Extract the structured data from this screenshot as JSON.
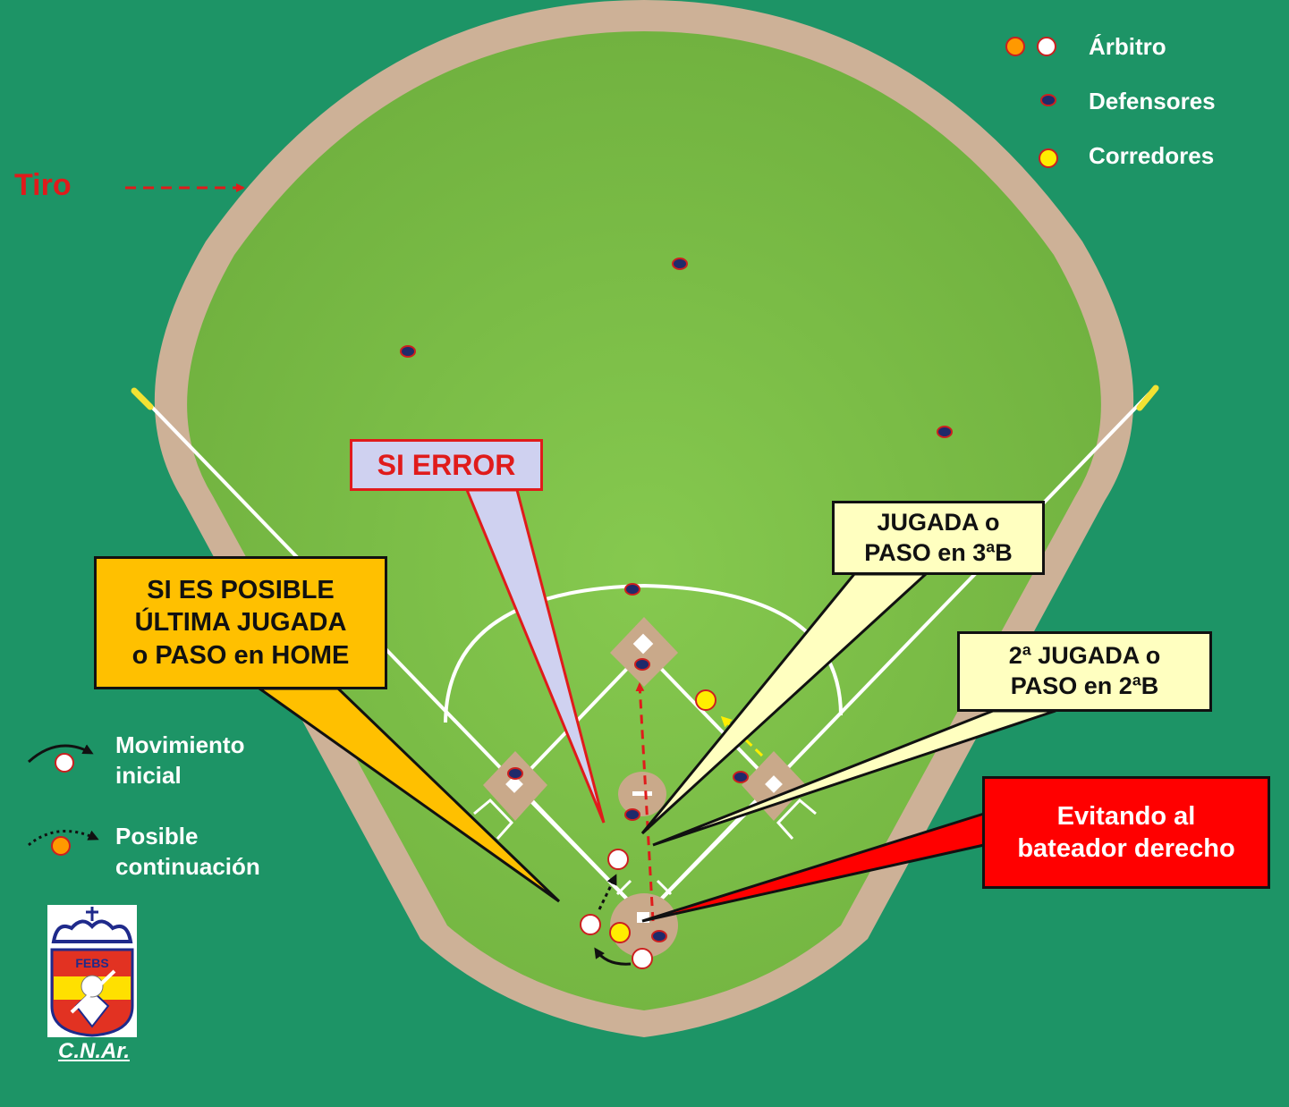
{
  "legend": {
    "arbitro": "Árbitro",
    "defensores": "Defensores",
    "corredores": "Corredores",
    "tiro": "Tiro",
    "movimiento_1": "Movimiento",
    "movimiento_2": "inicial",
    "posible_1": "Posible",
    "posible_2": "continuación"
  },
  "callouts": {
    "si_error": "SI ERROR",
    "home_1": "SI ES POSIBLE",
    "home_2": "ÚLTIMA JUGADA",
    "home_3": "o PASO en HOME",
    "third_1": "JUGADA o",
    "third_2": "PASO en 3ªB",
    "second_1": "2ª JUGADA o",
    "second_2": "PASO en 2ªB",
    "evitando_1": "Evitando al",
    "evitando_2": "bateador derecho"
  },
  "logo": {
    "caption": "C.N.Ar.",
    "emblem_text": "FEBS"
  },
  "colors": {
    "background": "#1d9466",
    "grass": "#7cc046",
    "dirt": "#c9a98a",
    "umpire_orange": "#ff9900",
    "umpire_white": "#ffffff",
    "defender": "#1f2a6b",
    "defender_border": "#cc1f1f",
    "runner": "#ffee00",
    "throw": "#e01b1b",
    "callout_orange": "#ffc000",
    "callout_yellow": "#ffffc0",
    "callout_lavender": "#cfd1f0",
    "callout_red": "#ff0000"
  }
}
